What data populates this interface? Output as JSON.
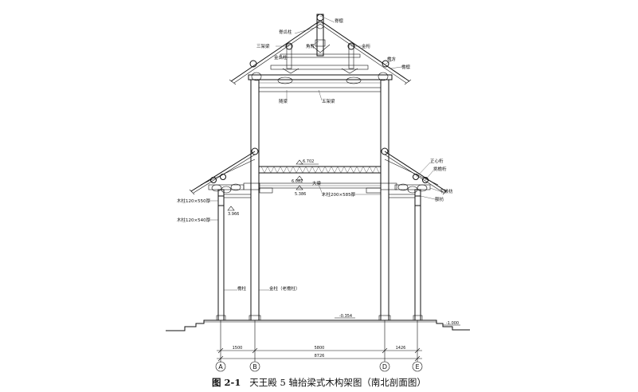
{
  "caption": {
    "figure_no": "图 2-1",
    "title": "天王殿 5 轴抬梁式木构架图（南北剖面图）"
  },
  "labels": {
    "ji_bo": "脊檩",
    "ji_guan_zhu": "脊瓜柱",
    "jiao_bei": "角背",
    "jin_heng": "金桁",
    "san_jia_liang": "三架梁",
    "jin_gua_zhu": "金瓜柱",
    "yan_fang": "檐方",
    "yan_bo": "檐檩",
    "sui_liang": "随梁",
    "wu_jia_liang": "五架梁",
    "zheng_xin_heng": "正心桁",
    "tiao_yan_heng": "挑檐桁",
    "ping_ban_fang": "平板枋",
    "e_fang": "额枋",
    "da_liang": "大梁",
    "mu_zhu_1": "木柱120×550厚",
    "mu_zhu_2": "木柱120×540厚",
    "mu_zhu_3": "木柱200×585厚",
    "yan_zhu": "檐柱",
    "jin_zhu": "金柱（老檐柱）"
  },
  "elevations": {
    "e1": "6.702",
    "e2": "6.082",
    "e3": "5.386",
    "e4": "3.966",
    "e5": "-0.354",
    "e6": "-1.000"
  },
  "dimensions": {
    "d1": "1500",
    "d2": "5800",
    "d3": "1426",
    "total": "8726"
  },
  "axes": [
    "A",
    "B",
    "D",
    "E"
  ]
}
